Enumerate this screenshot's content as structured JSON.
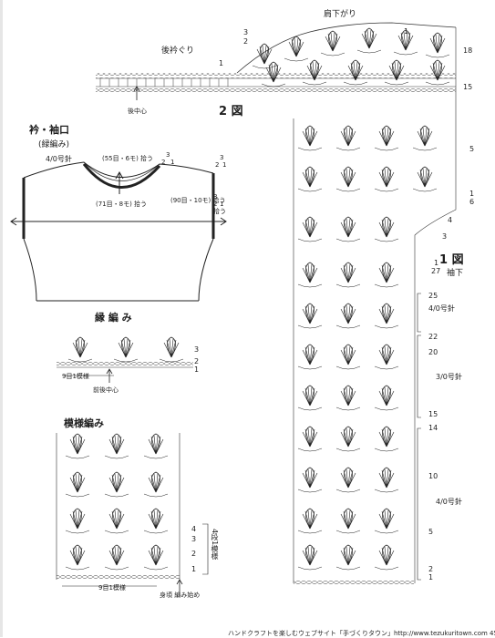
{
  "diagram2": {
    "title": "2 図",
    "shoulder_label": "肩下がり",
    "neck_label": "後衿ぐり",
    "center_label": "後中心",
    "rows": {
      "r18": "18",
      "r15": "15",
      "r1a": "1",
      "r1b": "1",
      "r3": "3",
      "r2": "2"
    }
  },
  "diagram1": {
    "title": "1 図",
    "subtitle": "袖下",
    "rows": {
      "r5": "5",
      "r1": "1",
      "r6": "6",
      "r4": "4",
      "r3": "3",
      "r1b": "1",
      "r27": "27",
      "r25": "25",
      "r22": "22",
      "r20": "20",
      "r15": "15",
      "r14": "14",
      "r10": "10",
      "r5b": "5",
      "r2": "2",
      "r1c": "1"
    },
    "needle_a": "4/0号針",
    "needle_b": "3/0号針",
    "needle_c": "4/0号針"
  },
  "collar": {
    "title": "衿・袖口",
    "subtitle": "(緑編み)",
    "needle": "4/0号針",
    "front_pick": "(55目・6モ) 拾う",
    "back_pick": "(71目・8モ) 拾う",
    "sleeve_pick": "(90目・10モ) 拾う",
    "rows_a": {
      "r3": "3",
      "r2": "2",
      "r1": "1"
    },
    "rows_b": {
      "r3": "3",
      "r2": "2",
      "r1": "1"
    },
    "rows_c": {
      "r3": "3",
      "r2": "2",
      "r1": "1"
    },
    "pick_side": "拾う"
  },
  "edging": {
    "title": "縁 編 み",
    "rows": {
      "r3": "3",
      "r2": "2",
      "r1": "1"
    },
    "repeat": "9目1模様",
    "center": "前後中心"
  },
  "pattern": {
    "title": "模様編み",
    "rows": {
      "r4": "4",
      "r3": "3",
      "r2": "2",
      "r1": "1"
    },
    "repeat_rows": "4段1模様",
    "repeat": "9目1模様",
    "start": "身頃 編み始め"
  },
  "footer": "ハンドクラフトを楽しむウェブサイト「手づくりタウン」http://www.tezukuritown.com 45"
}
